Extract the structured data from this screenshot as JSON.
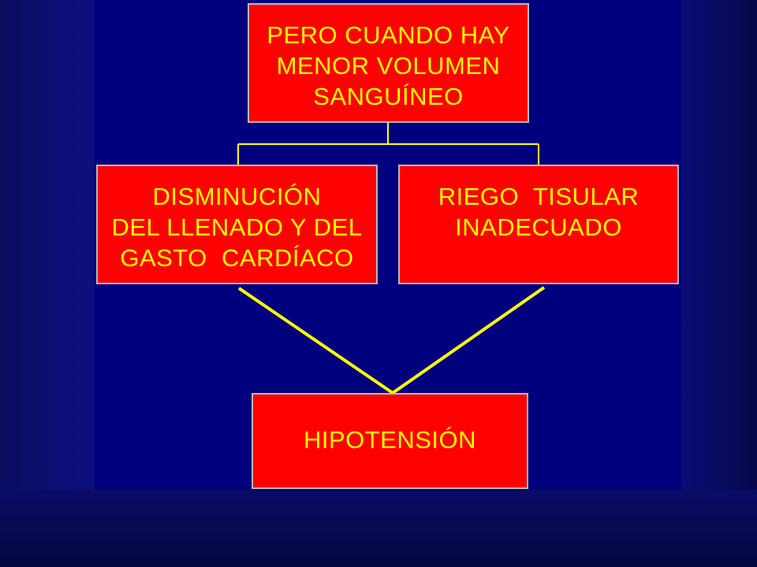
{
  "boxes": {
    "top": [
      "PERO CUANDO HAY",
      "MENOR VOLUMEN",
      "SANGUÍNEO"
    ],
    "left": [
      "DISMINUCIÓN",
      "DEL LLENADO Y DEL",
      "GASTO  CARDÍACO"
    ],
    "right": [
      "RIEGO  TISULAR",
      "INADECUADO"
    ],
    "bottom": [
      "HIPOTENSIÓN"
    ]
  },
  "colors": {
    "background": "#00007e",
    "box_fill": "#ff0000",
    "box_text": "#ffff00",
    "connector": "#ffff00"
  }
}
